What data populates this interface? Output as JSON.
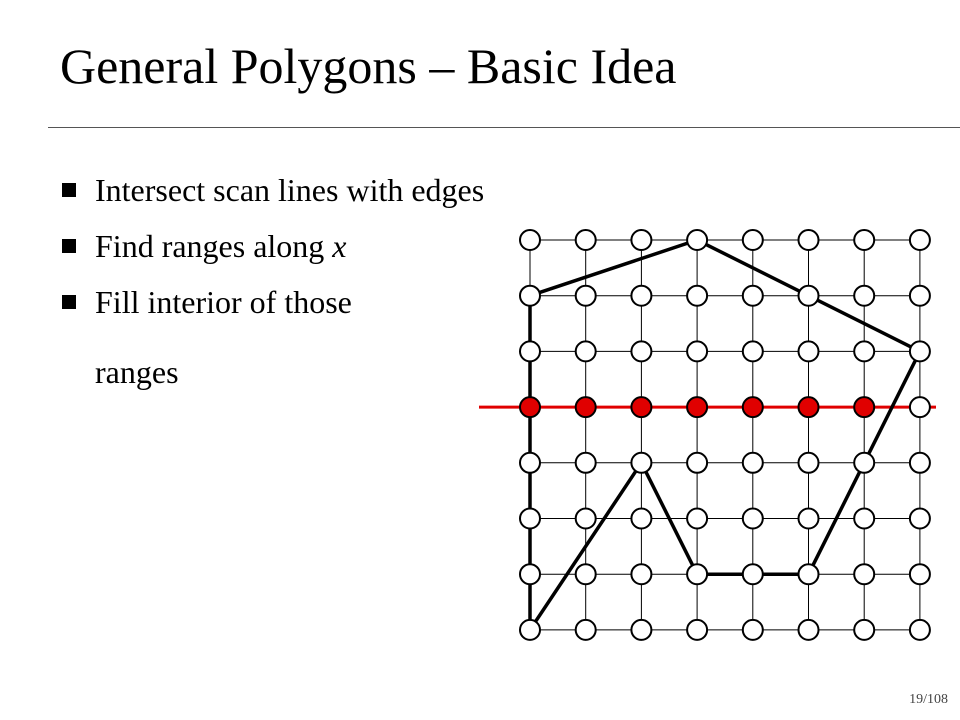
{
  "slide": {
    "title": "General Polygons – Basic Idea",
    "bullets": [
      {
        "text": "Intersect scan lines with edges"
      },
      {
        "text": "Find ranges along ",
        "italic_suffix": "x"
      },
      {
        "text": "Fill interior of those"
      }
    ],
    "bullet_continuation": "ranges",
    "page_number": "19/108"
  },
  "diagram": {
    "grid_columns": 8,
    "grid_rows": 8,
    "scan_line_row": 3,
    "filled_pixels_row_3": [
      0,
      1,
      2,
      3,
      4,
      5,
      6
    ],
    "polygon_vertices": [
      [
        0,
        1
      ],
      [
        3,
        0
      ],
      [
        7,
        2
      ],
      [
        5,
        6
      ],
      [
        3,
        6
      ],
      [
        2,
        4
      ],
      [
        0,
        7
      ]
    ],
    "colors": {
      "scan_line": "#e00000",
      "filled_pixel": "#e00000",
      "polygon": "#000000",
      "grid": "#000000"
    }
  }
}
